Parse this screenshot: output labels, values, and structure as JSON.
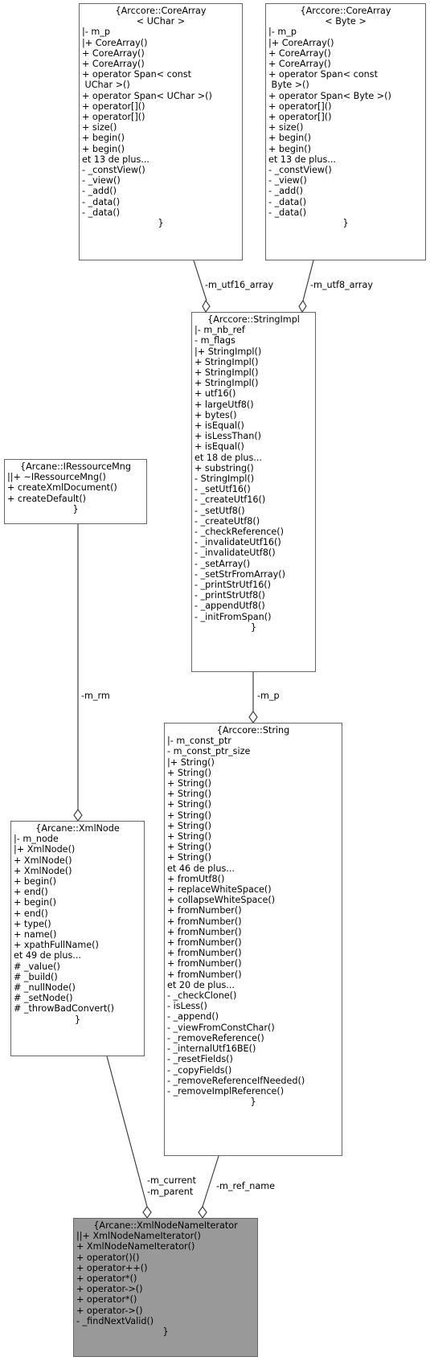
{
  "nodes": {
    "corearray_uchar": {
      "lines": [
        "{Arccore::CoreArray",
        "< UChar >",
        "|- m_p",
        "|+ CoreArray()",
        "+ CoreArray()",
        "+ CoreArray()",
        "+ operator Span< const",
        " UChar >()",
        "+ operator Span< UChar >()",
        "+ operator[]()",
        "+ operator[]()",
        "+ size()",
        "+ begin()",
        "+ begin()",
        "et 13 de plus...",
        "- _constView()",
        "- _view()",
        "- _add()",
        "- _data()",
        "- _data()",
        "}"
      ]
    },
    "corearray_byte": {
      "lines": [
        "{Arccore::CoreArray",
        "< Byte >",
        "|- m_p",
        "|+ CoreArray()",
        "+ CoreArray()",
        "+ CoreArray()",
        "+ operator Span< const",
        " Byte >()",
        "+ operator Span< Byte >()",
        "+ operator[]()",
        "+ operator[]()",
        "+ size()",
        "+ begin()",
        "+ begin()",
        "et 13 de plus...",
        "- _constView()",
        "- _view()",
        "- _add()",
        "- _data()",
        "- _data()",
        "}"
      ]
    },
    "stringimpl": {
      "lines": [
        "{Arccore::StringImpl",
        "|- m_nb_ref",
        "- m_flags",
        "|+ StringImpl()",
        "+ StringImpl()",
        "+ StringImpl()",
        "+ StringImpl()",
        "+ utf16()",
        "+ largeUtf8()",
        "+ bytes()",
        "+ isEqual()",
        "+ isLessThan()",
        "+ isEqual()",
        "et 18 de plus...",
        "+ substring()",
        "- StringImpl()",
        "- _setUtf16()",
        "- _createUtf16()",
        "- _setUtf8()",
        "- _createUtf8()",
        "- _checkReference()",
        "- _invalidateUtf16()",
        "- _invalidateUtf8()",
        "- _setArray()",
        "- _setStrFromArray()",
        "- _printStrUtf16()",
        "- _printStrUtf8()",
        "- _appendUtf8()",
        "- _initFromSpan()",
        "}"
      ]
    },
    "iressourcemng": {
      "lines": [
        "{Arcane::IRessourceMng",
        "||+ ~IRessourceMng()",
        "+ createXmlDocument()",
        "+ createDefault()",
        "}"
      ]
    },
    "string": {
      "lines": [
        "{Arccore::String",
        "|- m_const_ptr",
        "- m_const_ptr_size",
        "|+ String()",
        "+ String()",
        "+ String()",
        "+ String()",
        "+ String()",
        "+ String()",
        "+ String()",
        "+ String()",
        "+ String()",
        "+ String()",
        "et 46 de plus...",
        "+ fromUtf8()",
        "+ replaceWhiteSpace()",
        "+ collapseWhiteSpace()",
        "+ fromNumber()",
        "+ fromNumber()",
        "+ fromNumber()",
        "+ fromNumber()",
        "+ fromNumber()",
        "+ fromNumber()",
        "+ fromNumber()",
        "et 20 de plus...",
        "- _checkClone()",
        "- isLess()",
        "- _append()",
        "- _viewFromConstChar()",
        "- _removeReference()",
        "- _internalUtf16BE()",
        "- _resetFields()",
        "- _copyFields()",
        "- _removeReferenceIfNeeded()",
        "- _removeImplReference()",
        "}"
      ]
    },
    "xmlnode": {
      "lines": [
        "{Arcane::XmlNode",
        "|- m_node",
        "|+ XmlNode()",
        "+ XmlNode()",
        "+ XmlNode()",
        "+ begin()",
        "+ end()",
        "+ begin()",
        "+ end()",
        "+ type()",
        "+ name()",
        "+ xpathFullName()",
        "et 49 de plus...",
        "# _value()",
        "# _build()",
        "# _nullNode()",
        "# _setNode()",
        "# _throwBadConvert()",
        "}"
      ]
    },
    "xmlnodenameiterator": {
      "lines": [
        "{Arcane::XmlNodeNameIterator",
        "||+ XmlNodeNameIterator()",
        "+ XmlNodeNameIterator()",
        "+ operator()()",
        "+ operator++()",
        "+ operator*()",
        "+ operator->()",
        "+ operator*()",
        "+ operator->()",
        "- _findNextValid()",
        "}"
      ]
    }
  },
  "edges": {
    "utf16": "-m_utf16_array",
    "utf8": "-m_utf8_array",
    "m_p": "-m_p",
    "m_rm": "-m_rm",
    "m_current": "-m_current",
    "m_parent": "-m_parent",
    "m_ref_name": "-m_ref_name"
  },
  "colors": {
    "focus_fill": "#999999",
    "border": "#666666",
    "edge": "#404040"
  }
}
